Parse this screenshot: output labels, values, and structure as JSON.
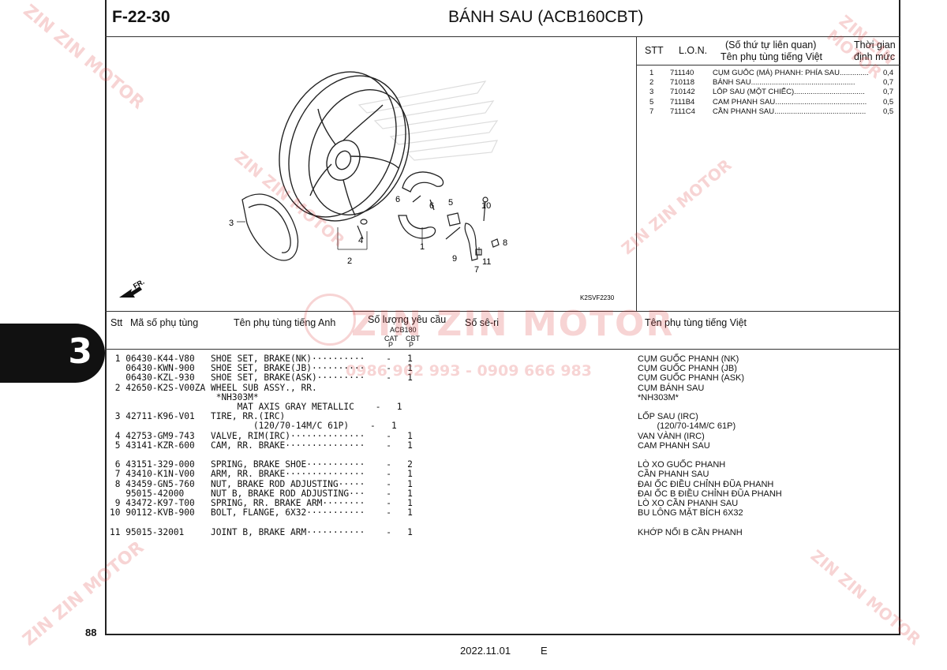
{
  "header": {
    "code": "F-22-30",
    "title": "BÁNH SAU (ACB160CBT)"
  },
  "side_tab": "3",
  "page_number": "88",
  "footer": {
    "date": "2022.11.01",
    "letter": "E"
  },
  "diagram": {
    "ref_code": "K2SVF2230",
    "fr_label": "FR.",
    "callouts": [
      "1",
      "2",
      "3",
      "4",
      "5",
      "6",
      "6",
      "7",
      "8",
      "9",
      "10",
      "11"
    ]
  },
  "labor_table": {
    "headers": {
      "stt": "STT",
      "lon": "L.O.N.",
      "related_1": "(Số thứ tự liên quan)",
      "related_2": "Tên phụ tùng tiếng Việt",
      "time_1": "Thời gian",
      "time_2": "định mức"
    },
    "rows": [
      {
        "stt": "1",
        "lon": "711140",
        "name": "CỤM GUỐC (MÁ) PHANH: PHÍA SAU..............",
        "time": "0,4"
      },
      {
        "stt": "2",
        "lon": "710118",
        "name": "BÁNH SAU..................................................",
        "time": "0,7"
      },
      {
        "stt": "3",
        "lon": "710142",
        "name": "LỐP SAU (MỘT CHIẾC)..................................",
        "time": "0,7"
      },
      {
        "stt": "5",
        "lon": "7111B4",
        "name": "CAM PHANH SAU............................................",
        "time": "0,5"
      },
      {
        "stt": "7",
        "lon": "7111C4",
        "name": "CẦN PHANH SAU............................................",
        "time": "0,5"
      }
    ]
  },
  "parts_header": {
    "stt": "Stt",
    "part_no": "Mã số phụ tùng",
    "name_en": "Tên phụ tùng tiếng Anh",
    "qty": "Số lượng yêu cầu",
    "qty_model": "ACB180",
    "col_cat": "CAT",
    "col_cbt": "CBT",
    "col_p1": "P",
    "col_p2": "P",
    "serial": "Số sê-ri",
    "name_vn": "Tên phụ tùng tiếng Việt"
  },
  "parts": [
    {
      "en": " 1 06430-K44-V80   SHOE SET, BRAKE(NK)··········    -   1",
      "vn": "CỤM GUỐC PHANH (NK)"
    },
    {
      "en": "   06430-KWN-900   SHOE SET, BRAKE(JB)··········    -   1",
      "vn": "CỤM GUỐC PHANH (JB)"
    },
    {
      "en": "   06430-KZL-930   SHOE SET, BRAKE(ASK)·········    -   1",
      "vn": "CỤM GUỐC PHANH (ASK)"
    },
    {
      "en": " 2 42650-K2S-V00ZA WHEEL SUB ASSY., RR.",
      "vn": "CỤM BÁNH SAU"
    },
    {
      "en": "                    *NH303M*",
      "vn": "*NH303M*"
    },
    {
      "en": "                        MAT AXIS GRAY METALLIC    -   1",
      "vn": ""
    },
    {
      "en": " 3 42711-K96-V01   TIRE, RR.(IRC)",
      "vn": "LỐP SAU (IRC)"
    },
    {
      "en": "                           (120/70-14M/C 61P)    -   1",
      "vn": "        (120/70-14M/C 61P)"
    },
    {
      "en": " 4 42753-GM9-743   VALVE, RIM(IRC)··············    -   1",
      "vn": "VAN VÀNH (IRC)"
    },
    {
      "en": " 5 43141-KZR-600   CAM, RR. BRAKE···············    -   1",
      "vn": "CAM PHANH SAU"
    },
    {
      "en": "",
      "vn": ""
    },
    {
      "en": " 6 43151-329-000   SPRING, BRAKE SHOE···········    -   2",
      "vn": "LÒ XO GUỐC PHANH"
    },
    {
      "en": " 7 43410-K1N-V00   ARM, RR. BRAKE···············    -   1",
      "vn": "CẦN PHANH SAU"
    },
    {
      "en": " 8 43459-GN5-760   NUT, BRAKE ROD ADJUSTING·····    -   1",
      "vn": "ĐAI ỐC ĐIỀU CHỈNH ĐŨA PHANH"
    },
    {
      "en": "   95015-42000     NUT B, BRAKE ROD ADJUSTING···    -   1",
      "vn": "ĐAI ỐC B ĐIỀU CHỈNH ĐŨA PHANH"
    },
    {
      "en": " 9 43472-K97-T00   SPRING, RR. BRAKE ARM········    -   1",
      "vn": "LÒ XO CẦN PHANH SAU"
    },
    {
      "en": "10 90112-KVB-900   BOLT, FLANGE, 6X32···········    -   1",
      "vn": "BU LÔNG MẶT BÍCH 6X32"
    },
    {
      "en": "",
      "vn": ""
    },
    {
      "en": "11 95015-32001     JOINT B, BRAKE ARM···········    -   1",
      "vn": "KHỚP NỐI B CẦN PHANH"
    }
  ],
  "watermark": {
    "brand": "ZIN ZIN MOTOR",
    "phones": "0986 962 993 - 0909 666 983"
  }
}
